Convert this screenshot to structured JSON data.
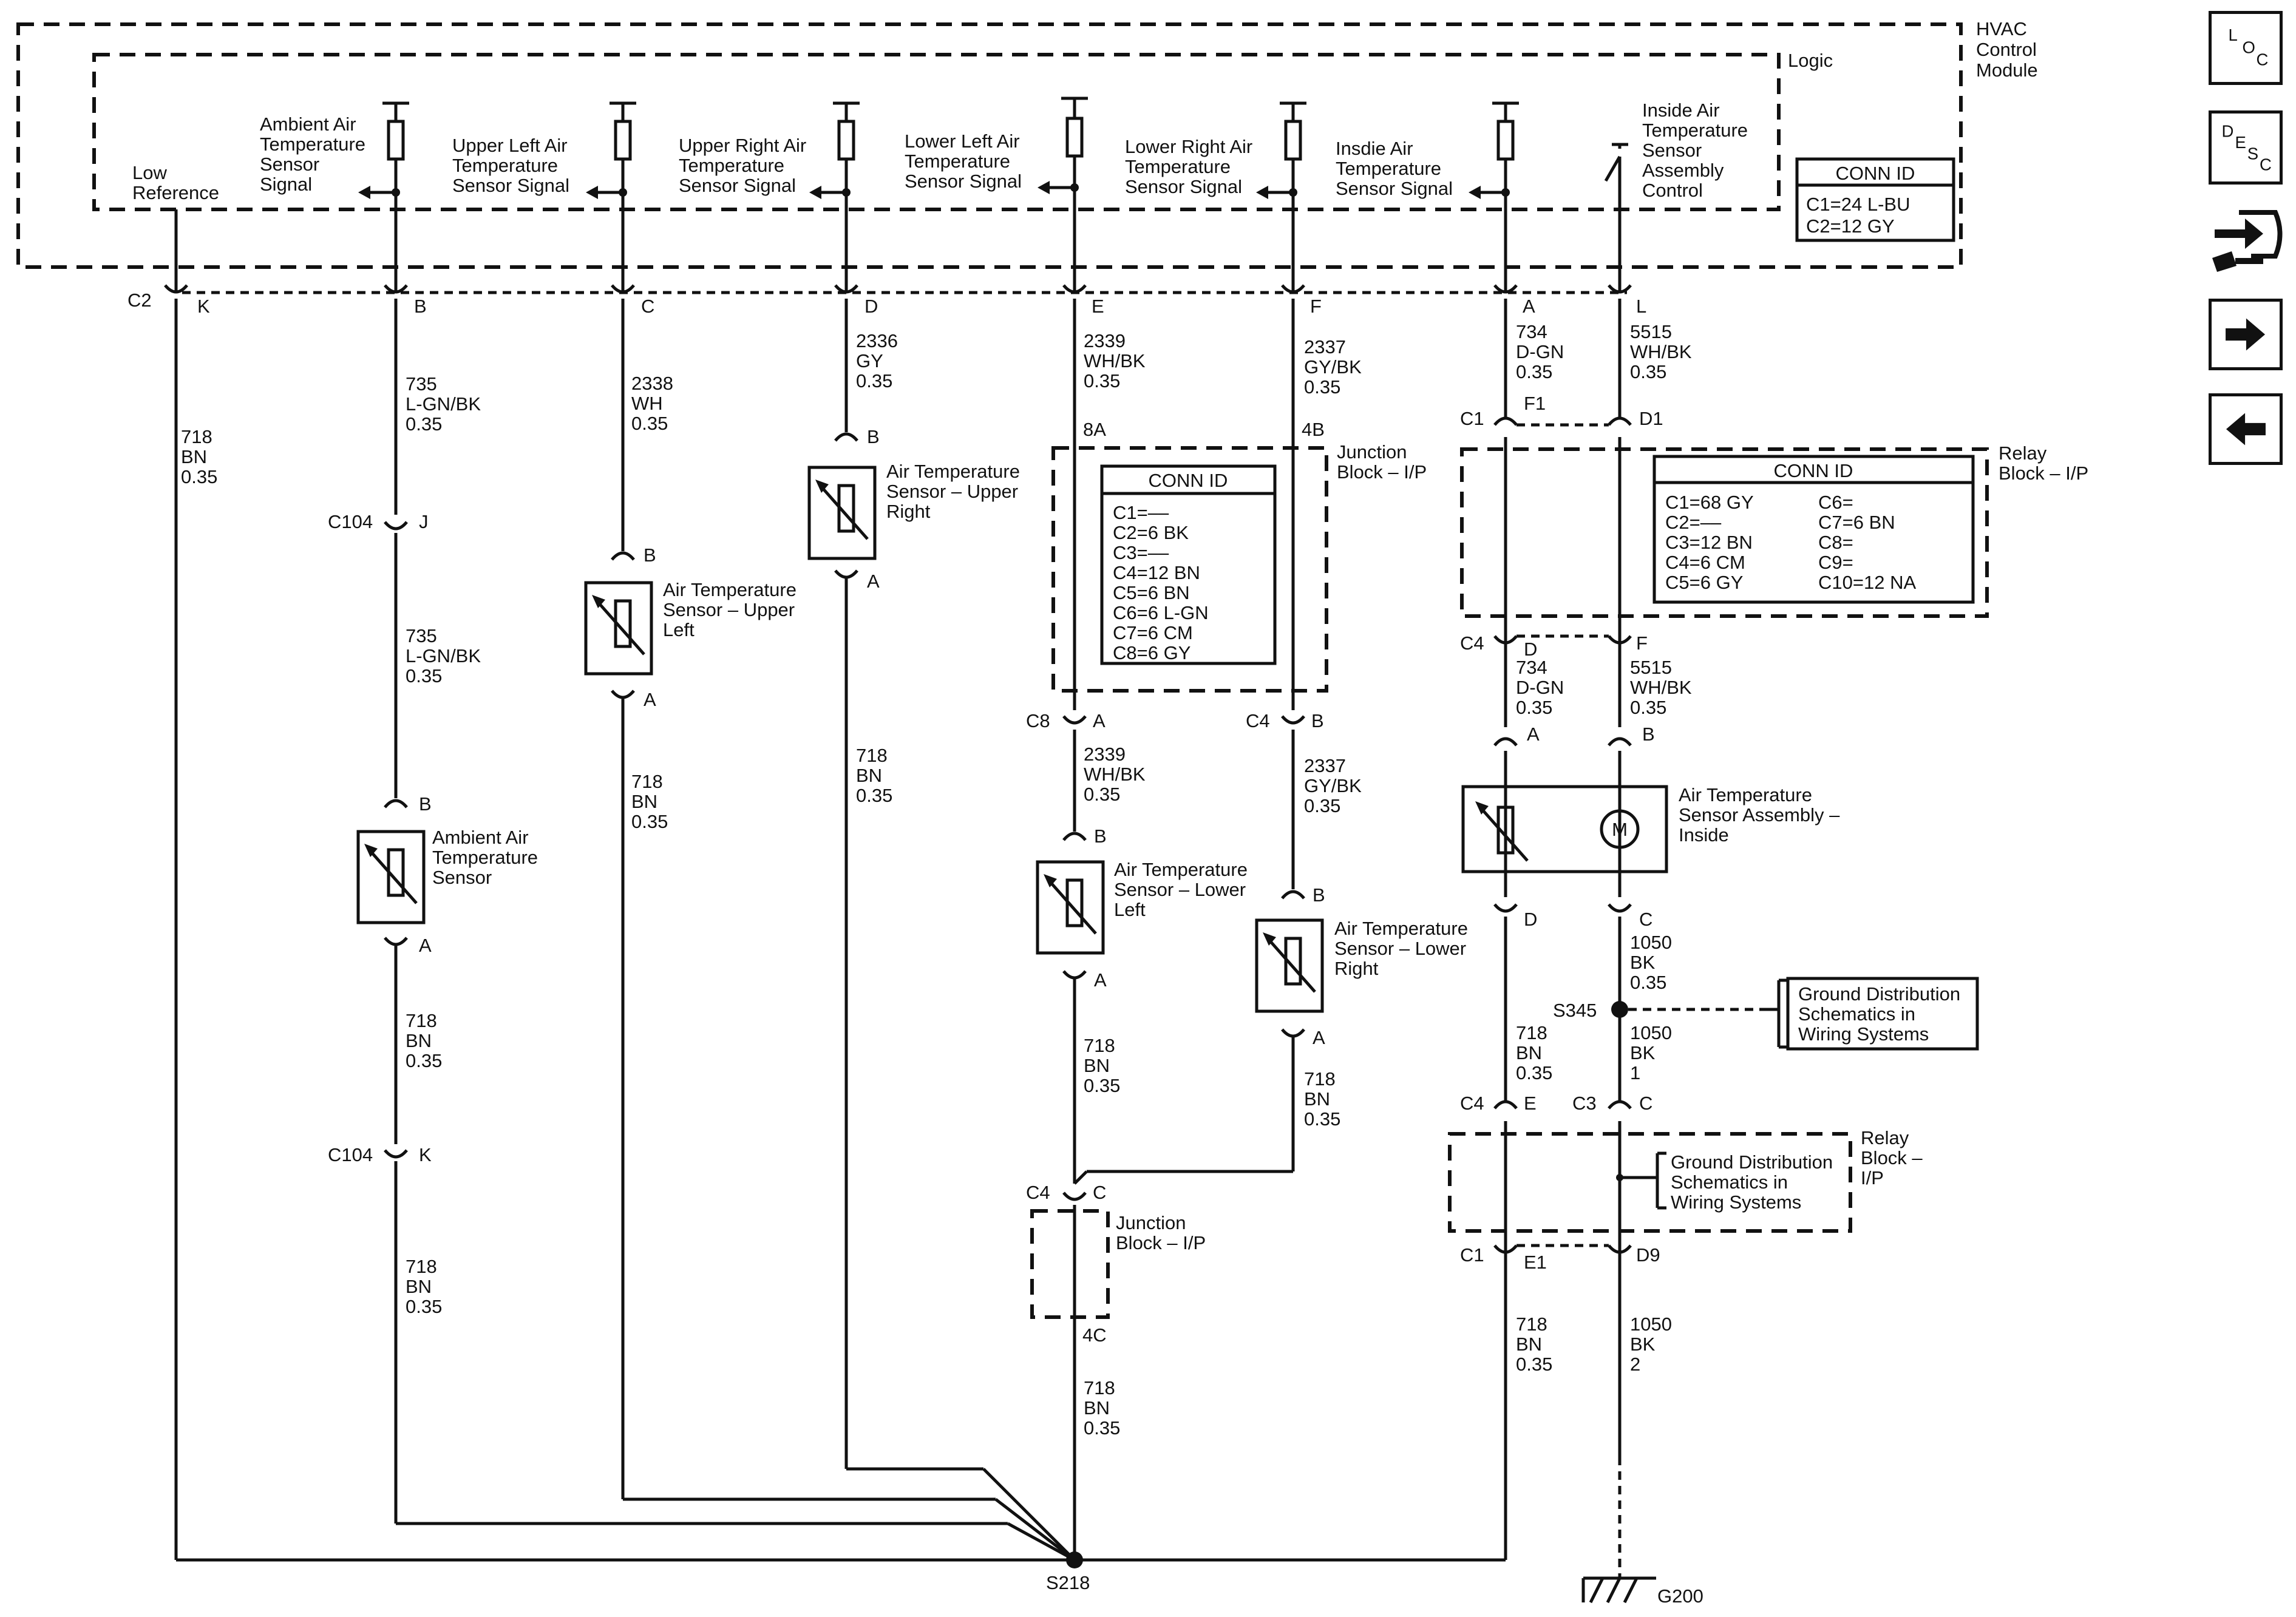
{
  "module": {
    "title": [
      "HVAC",
      "Control",
      "Module"
    ],
    "logic": "Logic",
    "conn_id": {
      "header": "CONN ID",
      "c1": "C1=24 L-BU",
      "c2": "C2=12 GY"
    }
  },
  "signals": {
    "low_ref": [
      "Low",
      "Reference"
    ],
    "ambient": [
      "Ambient Air",
      "Temperature",
      "Sensor",
      "Signal"
    ],
    "upper_left": [
      "Upper Left Air",
      "Temperature",
      "Sensor Signal"
    ],
    "upper_right": [
      "Upper Right Air",
      "Temperature",
      "Sensor Signal"
    ],
    "lower_left": [
      "Lower Left Air",
      "Temperature",
      "Sensor Signal"
    ],
    "lower_right": [
      "Lower Right Air",
      "Temperature",
      "Sensor Signal"
    ],
    "inside": [
      "Insdie Air",
      "Temperature",
      "Sensor Signal"
    ],
    "inside_ctrl": [
      "Inside Air",
      "Temperature",
      "Sensor",
      "Assembly",
      "Control"
    ]
  },
  "pins": {
    "c2": "C2",
    "k": "K",
    "b": "B",
    "c": "C",
    "d": "D",
    "e": "E",
    "f": "F",
    "a": "A",
    "l": "L",
    "c104": "C104",
    "j": "J",
    "kk": "K",
    "b2": "B",
    "a2": "A",
    "b3": "B",
    "a3": "A",
    "b4": "B",
    "a4": "A",
    "e8a": "8A",
    "f4b": "4B",
    "c8": "C8",
    "c8a": "A",
    "c4": "C4",
    "c4b": "B",
    "b5": "B",
    "a5": "A",
    "b6": "B",
    "a6": "A",
    "c4c": "C4",
    "cc": "C",
    "c4c2": "4C",
    "c1": "C1",
    "f1": "F1",
    "d1": "D1",
    "c4d": "C4",
    "dd": "D",
    "ff": "F",
    "aa": "A",
    "bb": "B",
    "d2": "D",
    "c2b": "C",
    "s345": "S345",
    "c4e": "C4",
    "ee": "E",
    "c3": "C3",
    "c3c": "C",
    "c1e": "C1",
    "e1": "E1",
    "d9": "D9",
    "s218": "S218",
    "g200": "G200"
  },
  "wires": {
    "w718a": [
      "718",
      "BN",
      "0.35"
    ],
    "w735a": [
      "735",
      "L-GN/BK",
      "0.35"
    ],
    "w735b": [
      "735",
      "L-GN/BK",
      "0.35"
    ],
    "w718b": [
      "718",
      "BN",
      "0.35"
    ],
    "w718c": [
      "718",
      "BN",
      "0.35"
    ],
    "w2338": [
      "2338",
      "WH",
      "0.35"
    ],
    "w718d": [
      "718",
      "BN",
      "0.35"
    ],
    "w2336": [
      "2336",
      "GY",
      "0.35"
    ],
    "w718e": [
      "718",
      "BN",
      "0.35"
    ],
    "w2339a": [
      "2339",
      "WH/BK",
      "0.35"
    ],
    "w2339b": [
      "2339",
      "WH/BK",
      "0.35"
    ],
    "w718f": [
      "718",
      "BN",
      "0.35"
    ],
    "w718g": [
      "718",
      "BN",
      "0.35"
    ],
    "w2337a": [
      "2337",
      "GY/BK",
      "0.35"
    ],
    "w2337b": [
      "2337",
      "GY/BK",
      "0.35"
    ],
    "w718h": [
      "718",
      "BN",
      "0.35"
    ],
    "w734a": [
      "734",
      "D-GN",
      "0.35"
    ],
    "w5515a": [
      "5515",
      "WH/BK",
      "0.35"
    ],
    "w734b": [
      "734",
      "D-GN",
      "0.35"
    ],
    "w5515b": [
      "5515",
      "WH/BK",
      "0.35"
    ],
    "w718i": [
      "718",
      "BN",
      "0.35"
    ],
    "w1050a": [
      "1050",
      "BK",
      "0.35"
    ],
    "w1050b": [
      "1050",
      "BK",
      "1"
    ],
    "w718j": [
      "718",
      "BN",
      "0.35"
    ],
    "w1050c": [
      "1050",
      "BK",
      "2"
    ]
  },
  "components": {
    "ambient": [
      "Ambient Air",
      "Temperature",
      "Sensor"
    ],
    "upper_left": [
      "Air Temperature",
      "Sensor – Upper",
      "Left"
    ],
    "upper_right": [
      "Air Temperature",
      "Sensor – Upper",
      "Right"
    ],
    "lower_left": [
      "Air Temperature",
      "Sensor – Lower",
      "Left"
    ],
    "lower_right": [
      "Air Temperature",
      "Sensor – Lower",
      "Right"
    ],
    "inside": [
      "Air Temperature",
      "Sensor Assembly –",
      "Inside"
    ],
    "motor": "M"
  },
  "junction_block": {
    "label": [
      "Junction",
      "Block – I/P"
    ],
    "conn_id": {
      "header": "CONN ID",
      "rows": [
        "C1=––",
        "C2=6 BK",
        "C3=––",
        "C4=12 BN",
        "C5=6 BN",
        "C6=6 L-GN",
        "C7=6 CM",
        "C8=6 GY"
      ]
    },
    "label2": [
      "Junction",
      "Block – I/P"
    ]
  },
  "relay_block": {
    "label": [
      "Relay",
      "Block – I/P"
    ],
    "conn_id": {
      "header": "CONN ID",
      "left": [
        "C1=68 GY",
        "C2=––",
        "C3=12 BN",
        "C4=6 CM",
        "C5=6 GY"
      ],
      "right": [
        "C6=",
        "C7=6 BN",
        "C8=",
        "C9=",
        "C10=12 NA"
      ]
    },
    "label2": [
      "Relay",
      "Block –",
      "I/P"
    ]
  },
  "ground_dist": {
    "box1": [
      "Ground Distribution",
      "Schematics in",
      "Wiring Systems"
    ],
    "box2": [
      "Ground Distribution",
      "Schematics in",
      "Wiring Systems"
    ]
  },
  "nav": {
    "loc": [
      "L",
      "O",
      "C"
    ],
    "desc": [
      "D",
      "E",
      "S",
      "C"
    ]
  }
}
